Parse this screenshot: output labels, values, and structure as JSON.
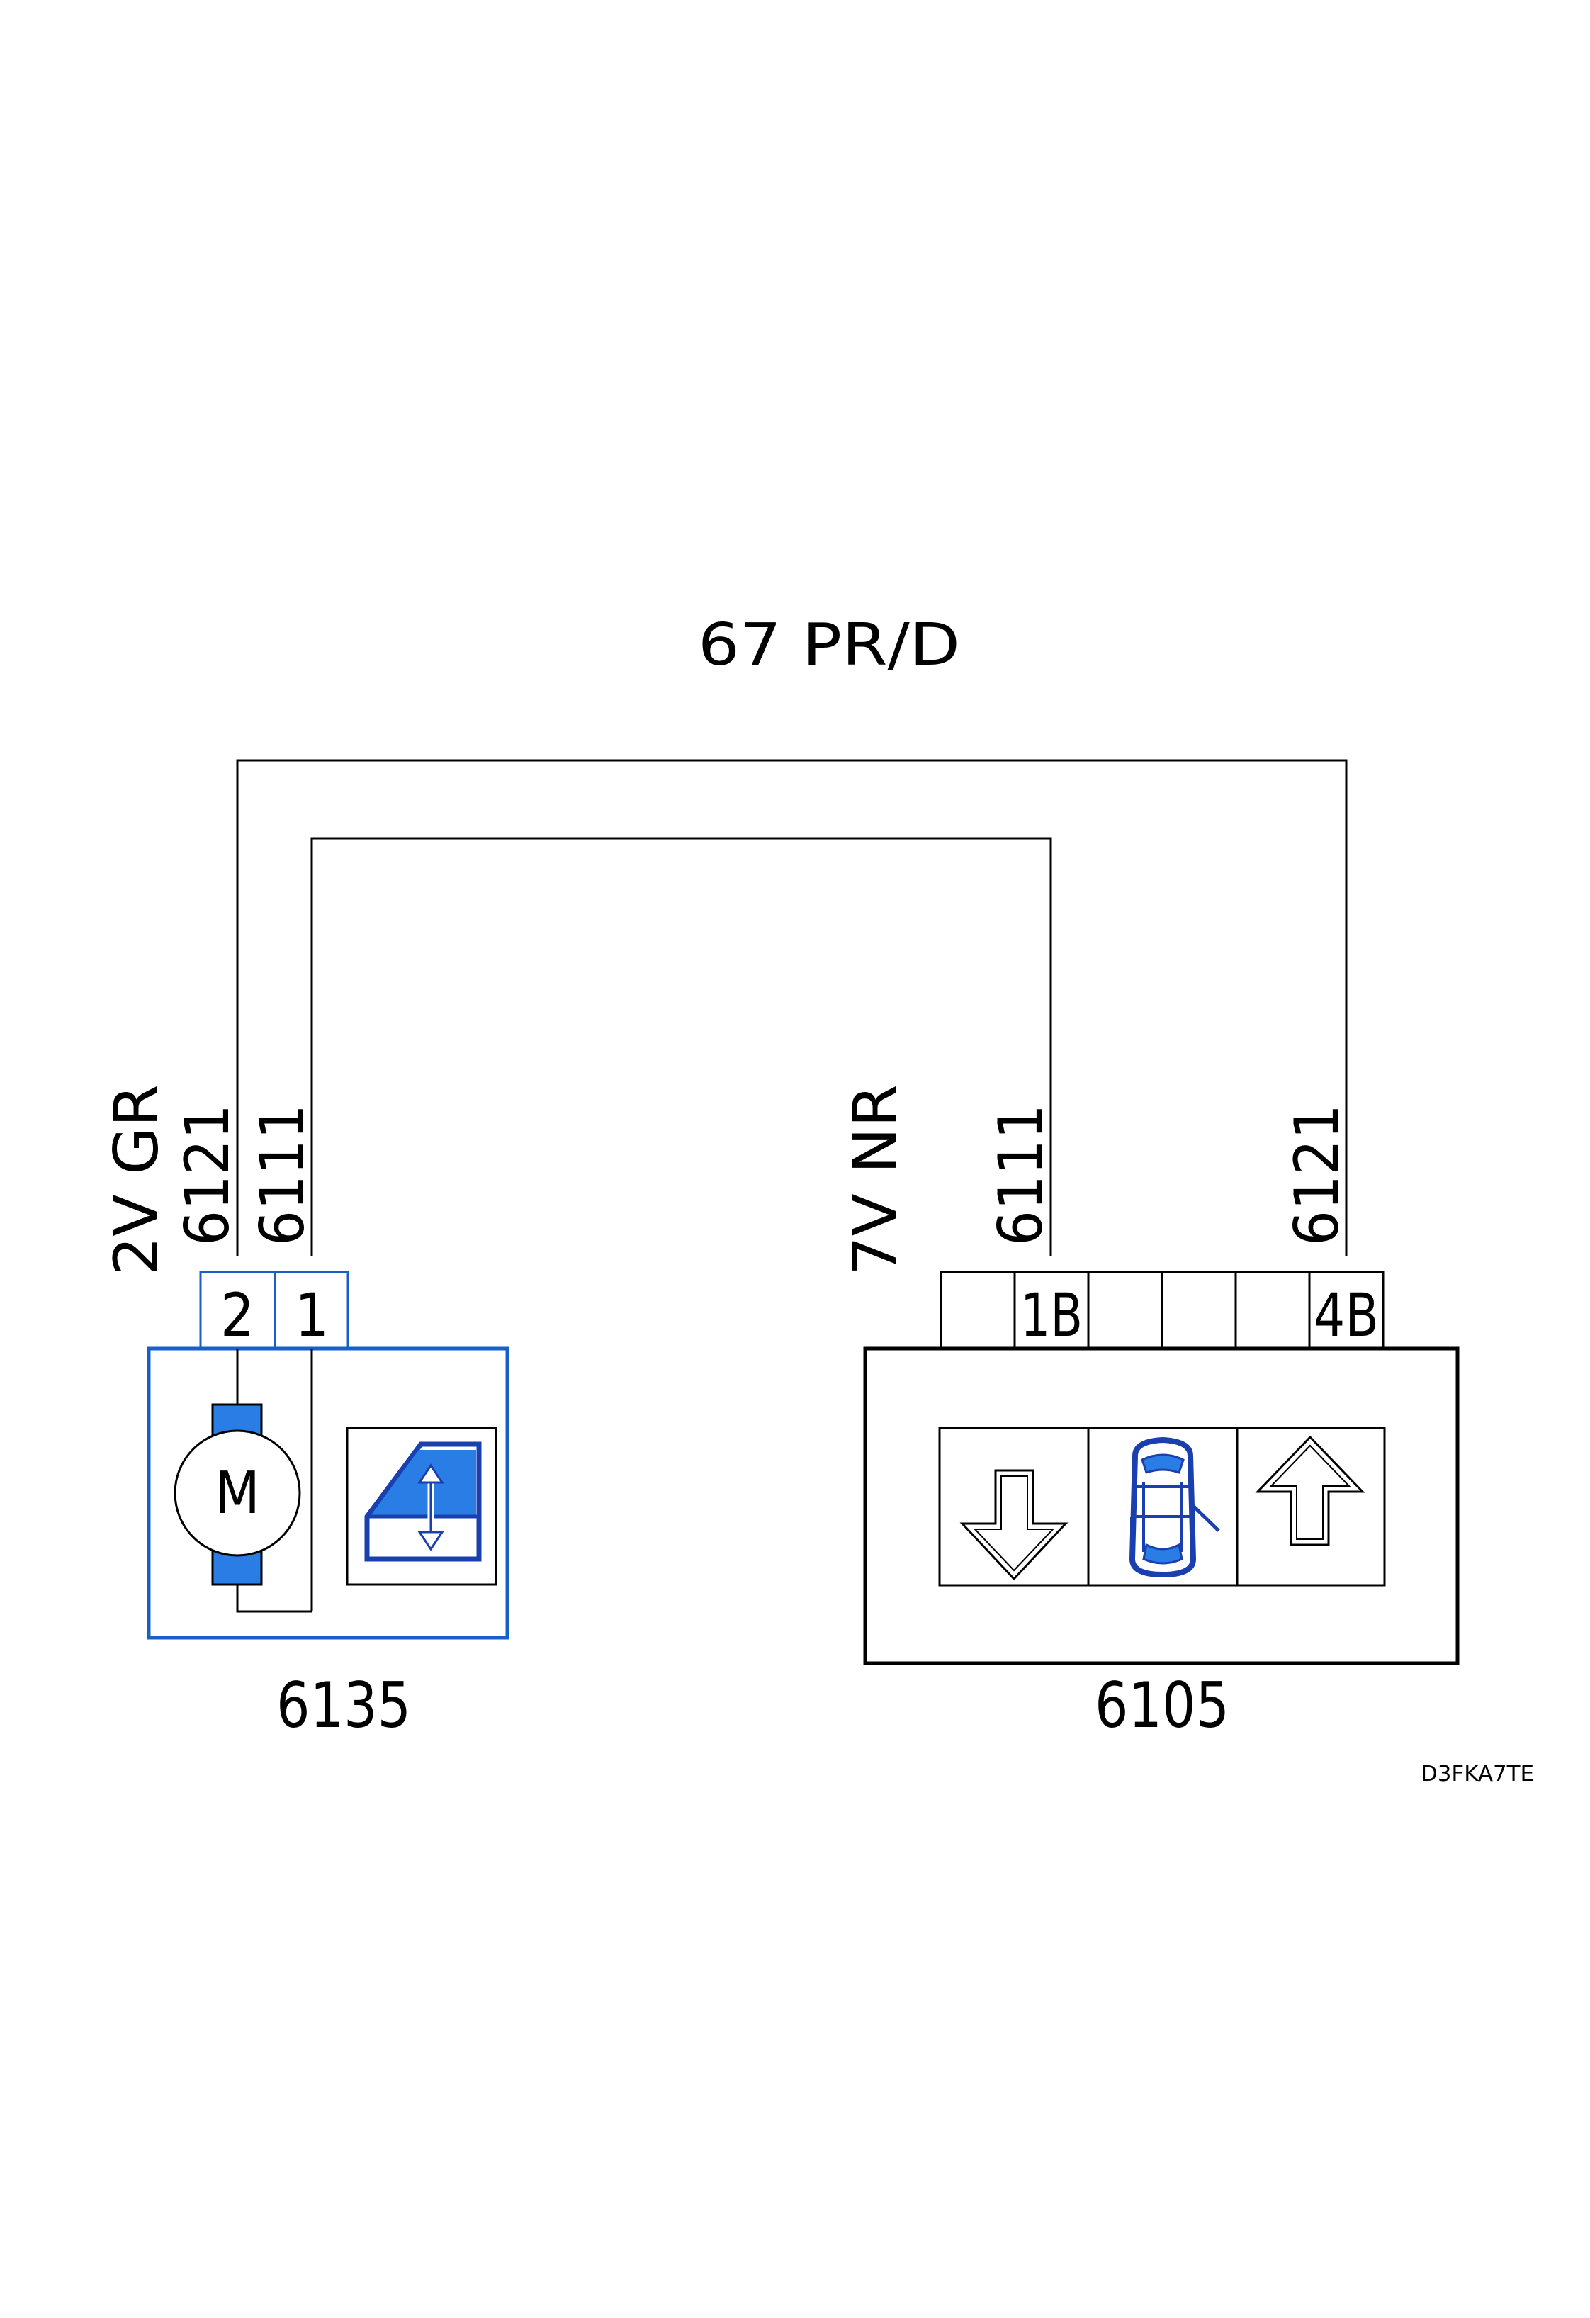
{
  "harness_title": "67 PR/D",
  "diagram_ref": "D3FKA7TE",
  "colors": {
    "line": "#000000",
    "accent_blue": "#1a5fc8",
    "fill_blue": "#2b7de6"
  },
  "components": {
    "motor": {
      "id": "6135",
      "connector_label": "2V  GR",
      "motor_letter": "M",
      "pins": [
        "2",
        "1"
      ],
      "pin_wires": [
        "6121",
        "6111"
      ],
      "icon": "window-lift-icon"
    },
    "switch": {
      "id": "6105",
      "connector_label": "7V  NR",
      "pins": [
        "1B",
        "4B"
      ],
      "pin_wires": [
        "6111",
        "6121"
      ],
      "icons": [
        "down-arrow-icon",
        "car-top-view-icon",
        "up-arrow-icon"
      ]
    }
  }
}
